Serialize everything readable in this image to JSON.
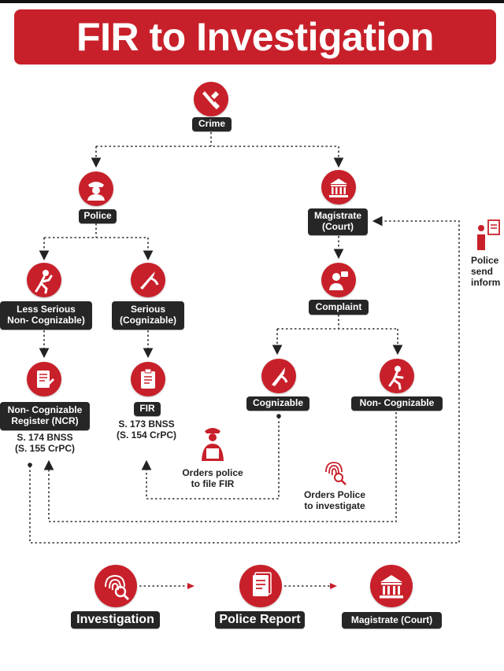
{
  "title": "FIR to Investigation",
  "colors": {
    "accent": "#c8202a",
    "pill": "#262626",
    "line": "#333333"
  },
  "nodes": {
    "crime": {
      "label": "Crime",
      "icon": "knife-icon"
    },
    "police": {
      "label": "Police",
      "icon": "police-officer-icon"
    },
    "magistrate": {
      "label_line1": "Magistrate",
      "label_line2": "(Court)",
      "icon": "courthouse-icon"
    },
    "less_serious": {
      "label_line1": "Less Serious",
      "label_line2": "Non- Cognizable)",
      "icon": "thief-icon"
    },
    "serious": {
      "label_line1": "Serious",
      "label_line2": "(Cognizable)",
      "icon": "knife-attack-icon"
    },
    "complaint": {
      "label": "Complaint",
      "icon": "complaint-person-icon"
    },
    "ncr": {
      "label_line1": "Non- Cognizable",
      "label_line2": "Register (NCR)",
      "sub_line1": "S. 174 BNSS",
      "sub_line2": "(S. 155 CrPC)",
      "icon": "register-book-icon"
    },
    "fir": {
      "label": "FIR",
      "sub_line1": "S. 173 BNSS",
      "sub_line2": "(S. 154 CrPC)",
      "icon": "clipboard-icon"
    },
    "cognizable": {
      "label": "Cognizable",
      "icon": "knife-hand-icon"
    },
    "non_cognizable": {
      "label": "Non- Cognizable",
      "icon": "thief-running-icon"
    },
    "side_info": {
      "line1": "Police",
      "line2": "send",
      "line3": "inform",
      "icon": "police-report-icon"
    }
  },
  "notes": {
    "orders_fir_line1": "Orders police",
    "orders_fir_line2": "to file FIR",
    "orders_investigate_line1": "Orders Police",
    "orders_investigate_line2": "to investigate"
  },
  "bottom_flow": {
    "investigation": {
      "label": "Investigation",
      "icon": "fingerprint-search-icon"
    },
    "police_report": {
      "label": "Police Report",
      "icon": "document-icon"
    },
    "magistrate": {
      "label": "Magistrate (Court)",
      "icon": "courthouse-icon"
    }
  }
}
